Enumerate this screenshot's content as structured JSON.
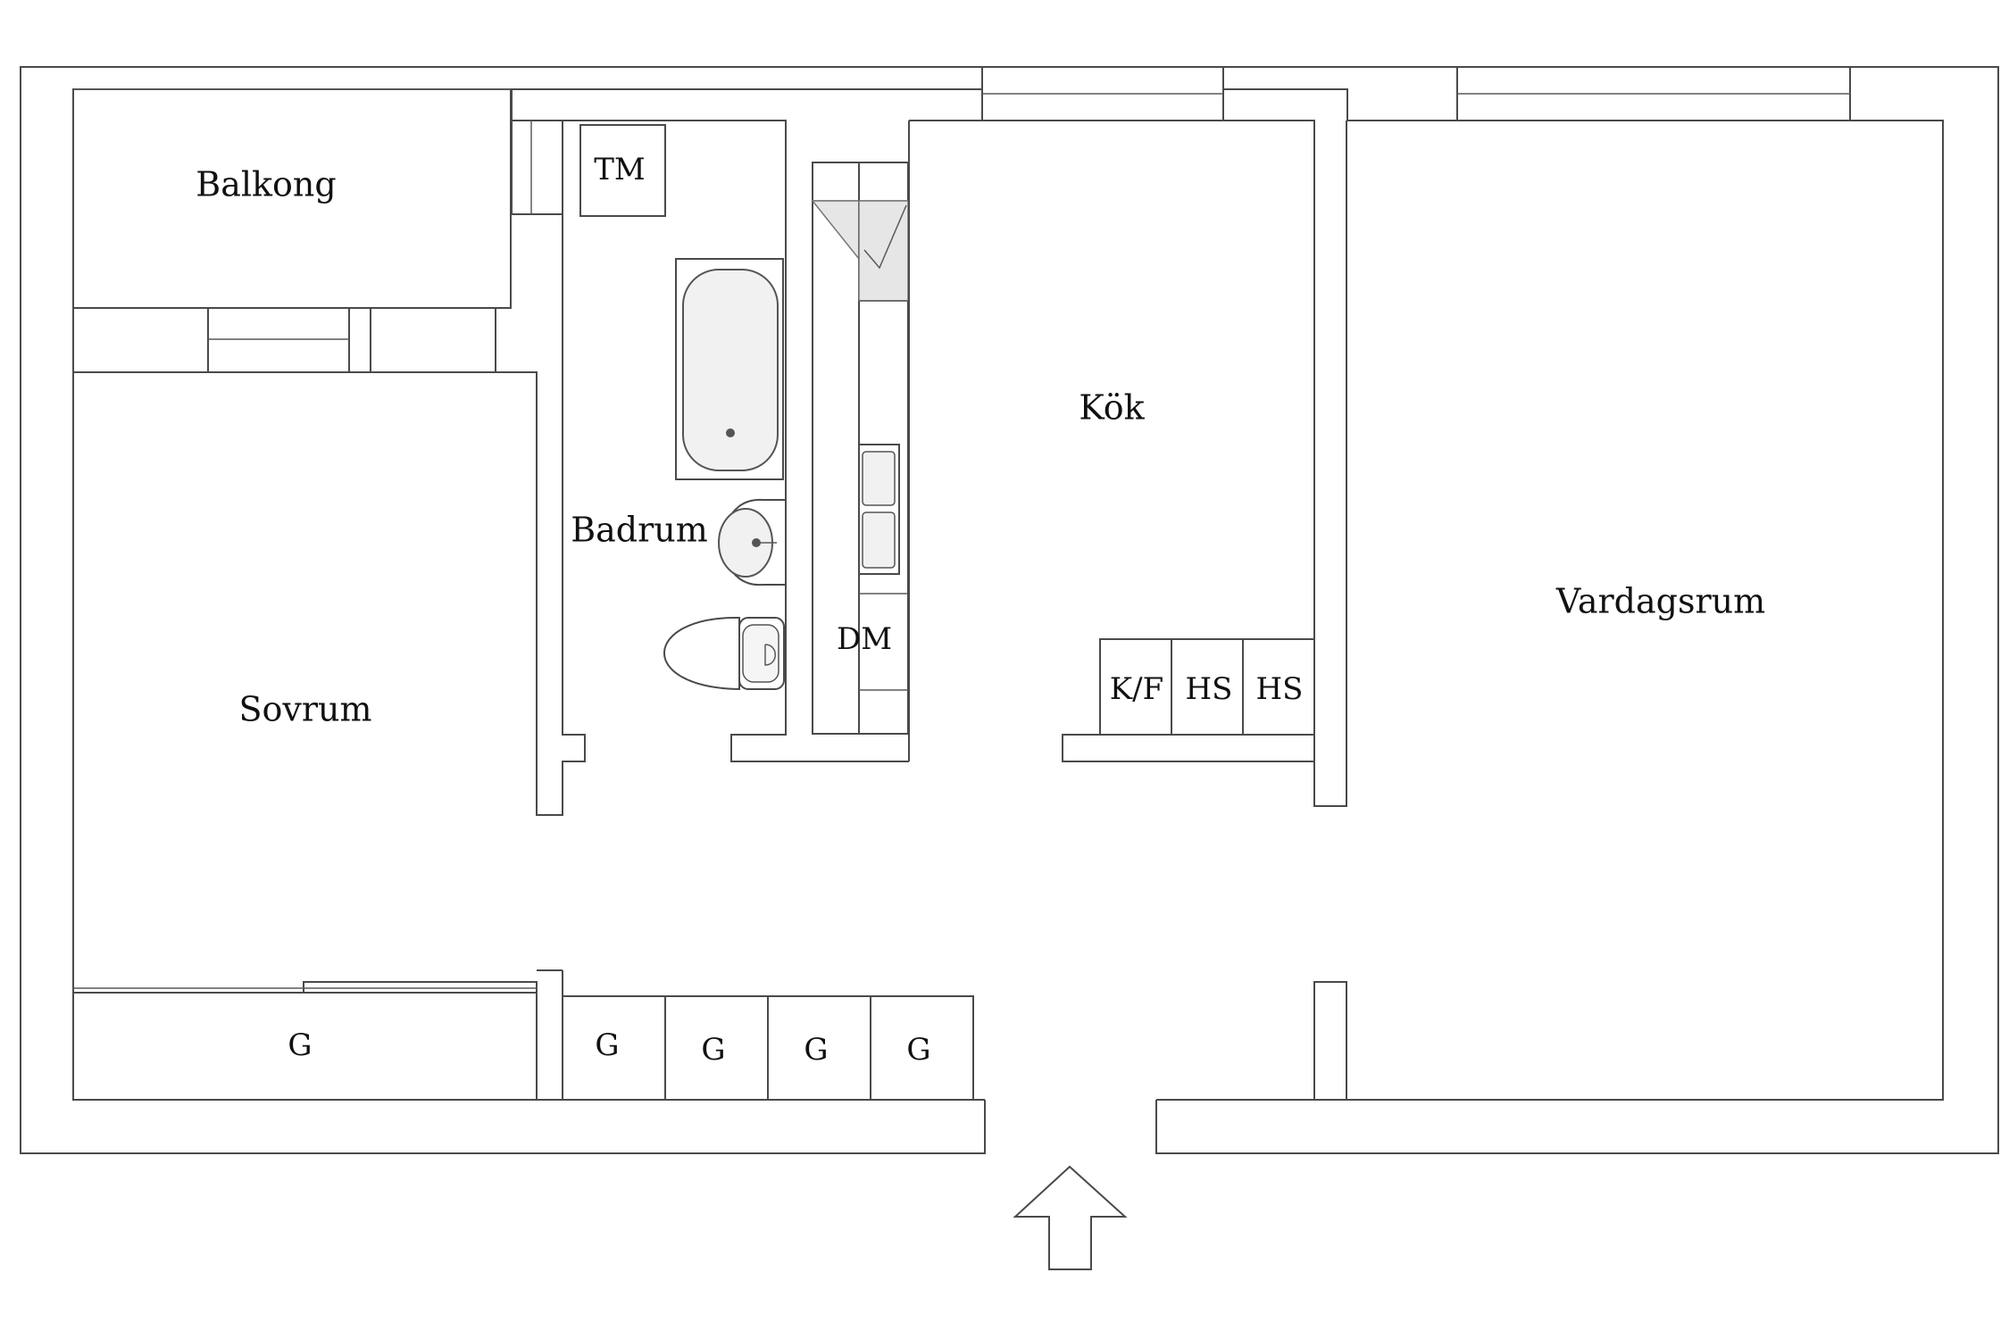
{
  "rooms": {
    "balkong": "Balkong",
    "sovrum": "Sovrum",
    "badrum": "Badrum",
    "kok": "Kök",
    "vardagsrum": "Vardagsrum"
  },
  "fixtures": {
    "tm": "TM",
    "dm": "DM",
    "kf": "K/F",
    "hs1": "HS",
    "hs2": "HS",
    "wardrobe_sovrum": "G",
    "wardrobe_hall_1": "G",
    "wardrobe_hall_2": "G",
    "wardrobe_hall_3": "G",
    "wardrobe_hall_4": "G"
  },
  "colors": {
    "walls": "#4a4a4a",
    "background": "#ffffff",
    "text": "#111111"
  },
  "icons": {
    "entrance": "up-arrow-icon",
    "bathtub": "bathtub-icon",
    "sink": "washbasin-icon",
    "toilet": "toilet-icon",
    "kitchen_sink": "double-sink-icon"
  }
}
